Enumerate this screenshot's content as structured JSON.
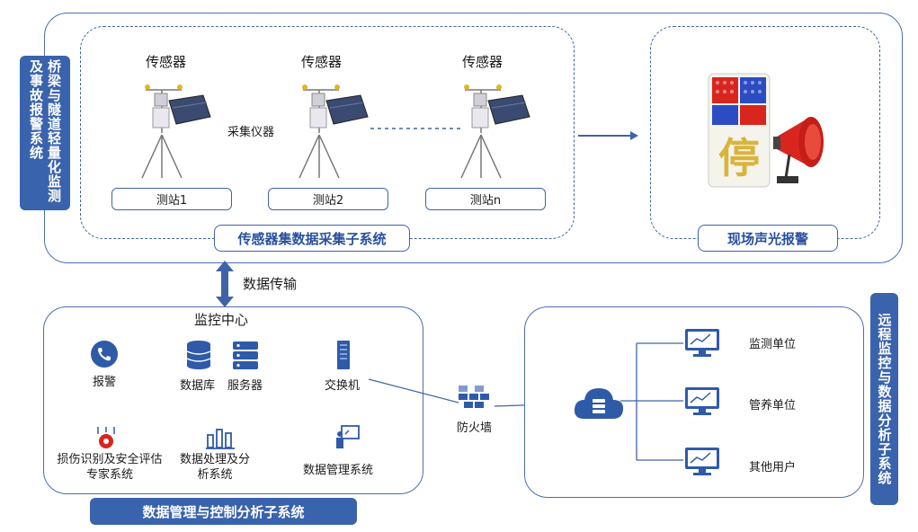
{
  "top_system": {
    "side_label": "桥梁与隧道轻量化监测及事故报警系统",
    "sensor_label": "传感器",
    "collector_label": "采集仪器",
    "stations": [
      "测站1",
      "测站2",
      "测站n"
    ],
    "subsystem_title": "传感器集数据采集子系统",
    "alarm_title": "现场声光报警",
    "alarm_sign_char": "停"
  },
  "transfer_label": "数据传输",
  "monitor_center": {
    "title": "监控中心",
    "items": {
      "alarm": "报警",
      "database": "数据库",
      "server": "服务器",
      "switch": "交换机",
      "expert": "损伤识别及安全评估专家系统",
      "processing": "数据处理及分析系统",
      "data_mgmt": "数据管理系统"
    },
    "subsystem_title": "数据管理与控制分析子系统"
  },
  "firewall_label": "防火墙",
  "remote": {
    "side_label": "远程监控与数据分析子系统",
    "users": [
      "监测单位",
      "管养单位",
      "其他用户"
    ]
  },
  "colors": {
    "primary": "#3a63ad",
    "border": "#4a6fb0",
    "alarm_red": "#d8261f",
    "sign_yellow": "#d9b43a"
  }
}
